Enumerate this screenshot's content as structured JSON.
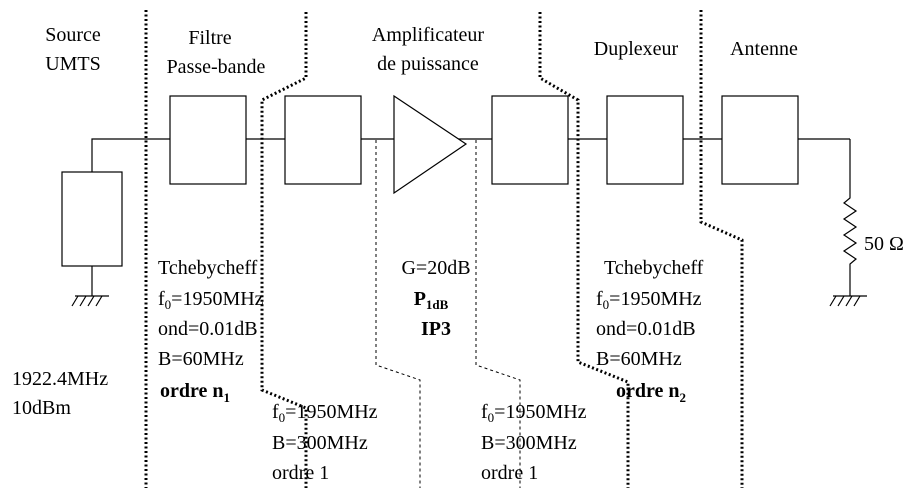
{
  "headers": {
    "source_line1": "Source",
    "source_line2": "UMTS",
    "filter_line1": "Filtre",
    "filter_line2": "Passe-bande",
    "amp_line1": "Amplificateur",
    "amp_line2": "de puissance",
    "duplexer": "Duplexeur",
    "antenna": "Antenne"
  },
  "source_params": {
    "line1": "1922.4MHz",
    "line2": "10dBm"
  },
  "filter1_params": {
    "type": "Tchebycheff",
    "f0_prefix": "f",
    "f0_sub": "0",
    "f0_value": "=1950MHz",
    "ripple": "ond=0.01dB",
    "bandwidth": "B=60MHz",
    "order_text": "ordre n",
    "order_sub": "1"
  },
  "filter2_params": {
    "f0_prefix": "f",
    "f0_sub": "0",
    "f0_value": "=1950MHz",
    "bandwidth": "B=300MHz",
    "order": "ordre 1"
  },
  "amp_params": {
    "gain": "G=20dB",
    "p1db_main": "P",
    "p1db_sub": "1dB",
    "ip3": "IP3"
  },
  "filter3_params": {
    "f0_prefix": "f",
    "f0_sub": "0",
    "f0_value": "=1950MHz",
    "bandwidth": "B=300MHz",
    "order": "ordre 1"
  },
  "duplexer_params": {
    "type": "Tchebycheff",
    "f0_prefix": "f",
    "f0_sub": "0",
    "f0_value": "=1950MHz",
    "ripple": "ond=0.01dB",
    "bandwidth": "B=60MHz",
    "order_text": "ordre n",
    "order_sub": "2"
  },
  "load": {
    "value": "50 Ω"
  }
}
